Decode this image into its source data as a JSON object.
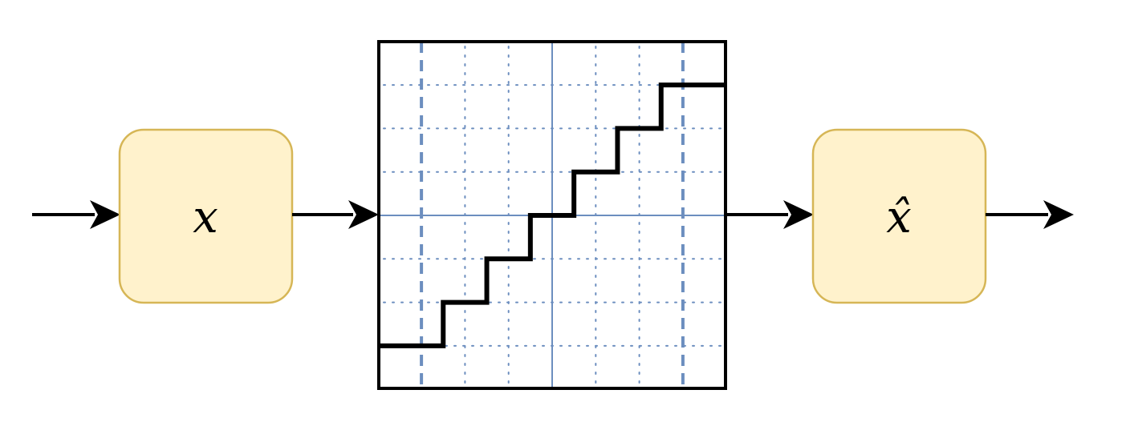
{
  "diagram": {
    "input_block": {
      "label": "x"
    },
    "output_block": {
      "label": "x̂"
    },
    "quantizer": {
      "type": "staircase",
      "levels": [
        -3,
        -2,
        -1,
        0,
        1,
        2,
        3
      ]
    }
  },
  "colors": {
    "block_fill": "#fff2cc",
    "block_stroke": "#d6b656",
    "grid": "#6c8ebf",
    "stroke": "#000000"
  }
}
